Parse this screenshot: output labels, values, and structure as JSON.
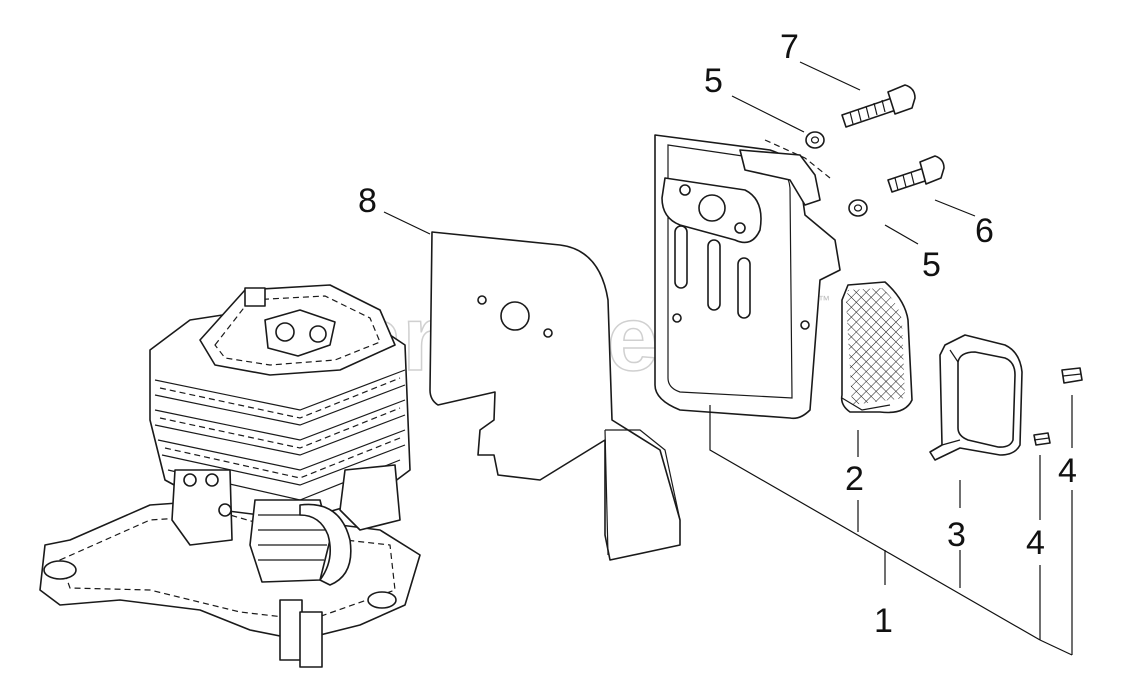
{
  "watermark": {
    "text": "PartsTree",
    "trademark": "™"
  },
  "callouts": {
    "c1": "1",
    "c2": "2",
    "c3": "3",
    "c4a": "4",
    "c4b": "4",
    "c5a": "5",
    "c5b": "5",
    "c6": "6",
    "c7": "7",
    "c8": "8"
  },
  "colors": {
    "ink": "#1a1a1a",
    "watermark": "#c8c8c8",
    "background": "#ffffff"
  }
}
